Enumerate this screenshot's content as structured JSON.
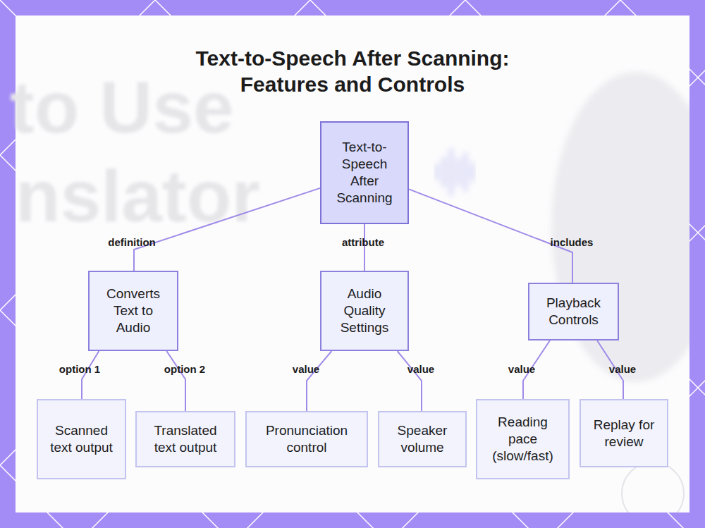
{
  "diagram": {
    "title": "Text-to-Speech After Scanning: Features and Controls",
    "nodes": [
      {
        "text": [
          "Text-to-Speech After Scanning"
        ]
      },
      {
        "text": [
          "Converts Text to Audio"
        ]
      },
      {
        "text": [
          "Audio Quality Settings"
        ]
      },
      {
        "text": [
          "Playback Controls"
        ]
      },
      {
        "text": [
          "Scanned text output"
        ]
      },
      {
        "text": [
          "Translated text output"
        ]
      },
      {
        "text": [
          "Pronunciation control"
        ]
      },
      {
        "text": [
          "Speaker volume"
        ]
      },
      {
        "text": [
          "Reading pace (slow/fast)"
        ]
      },
      {
        "text": [
          "Replay for review"
        ]
      }
    ],
    "edges": [
      {
        "from": 0,
        "to": 1,
        "label": "definition",
        "arrow": "none"
      },
      {
        "from": 0,
        "to": 2,
        "label": "attribute",
        "arrow": "none"
      },
      {
        "from": 0,
        "to": 3,
        "label": "includes",
        "arrow": "none"
      },
      {
        "from": 1,
        "to": 4,
        "label": "option 1",
        "arrow": "none"
      },
      {
        "from": 1,
        "to": 5,
        "label": "option 2",
        "arrow": "none"
      },
      {
        "from": 2,
        "to": 6,
        "label": "value",
        "arrow": "none"
      },
      {
        "from": 2,
        "to": 7,
        "label": "value",
        "arrow": "none"
      },
      {
        "from": 3,
        "to": 8,
        "label": "value",
        "arrow": "none"
      },
      {
        "from": 3,
        "to": 9,
        "label": "value",
        "arrow": "none"
      }
    ],
    "labels": [
      "to Use",
      "nslator"
    ]
  }
}
